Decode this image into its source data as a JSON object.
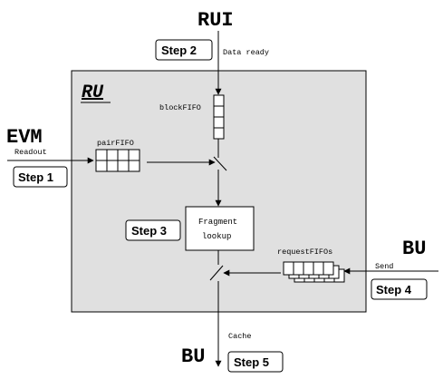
{
  "diagram": {
    "unit_label": "RU",
    "rui_label": "RUI",
    "evm_label": "EVM",
    "bu_right_label": "BU",
    "bu_bottom_label": "BU",
    "steps": {
      "step1": "Step 1",
      "step2": "Step 2",
      "step3": "Step 3",
      "step4": "Step 4",
      "step5": "Step 5"
    },
    "arrow_labels": {
      "data_ready": "Data ready",
      "readout": "Readout",
      "send": "Send",
      "cache": "Cache"
    },
    "fifo_labels": {
      "block": "blockFIFO",
      "pair": "pairFIFO",
      "request": "requestFIFOs"
    },
    "fragment_lookup": [
      "Fragment",
      "lookup"
    ]
  }
}
